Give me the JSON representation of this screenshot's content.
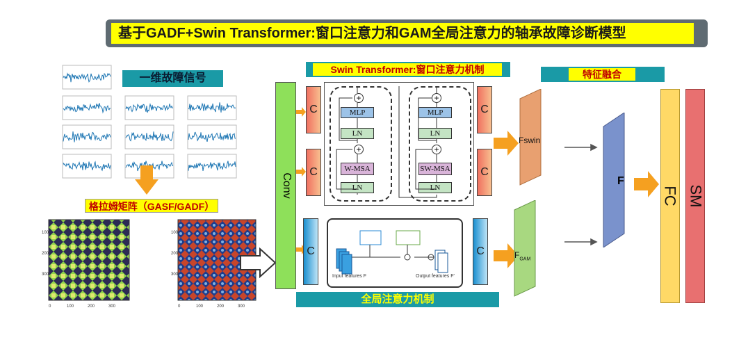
{
  "title": "基于GADF+Swin Transformer:窗口注意力和GAM全局注意力的轴承故障诊断模型",
  "labels": {
    "signal": "一维故障信号",
    "gadf": "格拉姆矩阵（GASF/GADF）",
    "swin": "Swin Transformer:窗口注意力机制",
    "fusion": "特征融合",
    "gam": "全局注意力机制"
  },
  "blocks": {
    "conv": "Conv",
    "c": "C",
    "mlp": "MLP",
    "ln": "LN",
    "wmsa": "W-MSA",
    "swmsa": "SW-MSA",
    "fswin": "Fswin",
    "fgam": "F",
    "fgam_sub": "GAM",
    "f": "F",
    "fc": "FC",
    "sm": "SM"
  },
  "gam_block": {
    "input": "Input features F",
    "output": "Output features F'"
  },
  "colors": {
    "teal": "#1a9aa6",
    "yellow": "#ffff00",
    "conv_green": "#8ee05a",
    "orange_arrow": "#f5a020",
    "fc_yellow": "#ffd966",
    "sm_red": "#e87070"
  }
}
